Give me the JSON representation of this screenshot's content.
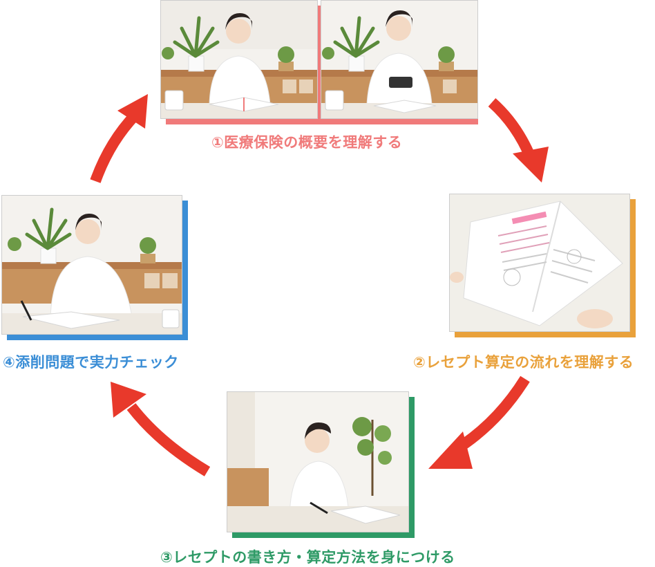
{
  "steps": [
    {
      "id": "step1",
      "label": "①医療保険の概要を理解する",
      "color": "#f07a7a",
      "photos": [
        "woman-reading-textbook",
        "woman-scanning-with-phone"
      ]
    },
    {
      "id": "step2",
      "label": "②レセプト算定の流れを理解する",
      "color": "#e9a13b",
      "photos": [
        "open-textbook-pages"
      ]
    },
    {
      "id": "step3",
      "label": "③レセプトの書き方・算定方法を身につける",
      "color": "#2e9a66",
      "photos": [
        "woman-writing-at-desk"
      ]
    },
    {
      "id": "step4",
      "label": "④添削問題で実力チェック",
      "color": "#3b8ed6",
      "photos": [
        "woman-writing-answers"
      ]
    }
  ],
  "arrow_color": "#e8392b"
}
